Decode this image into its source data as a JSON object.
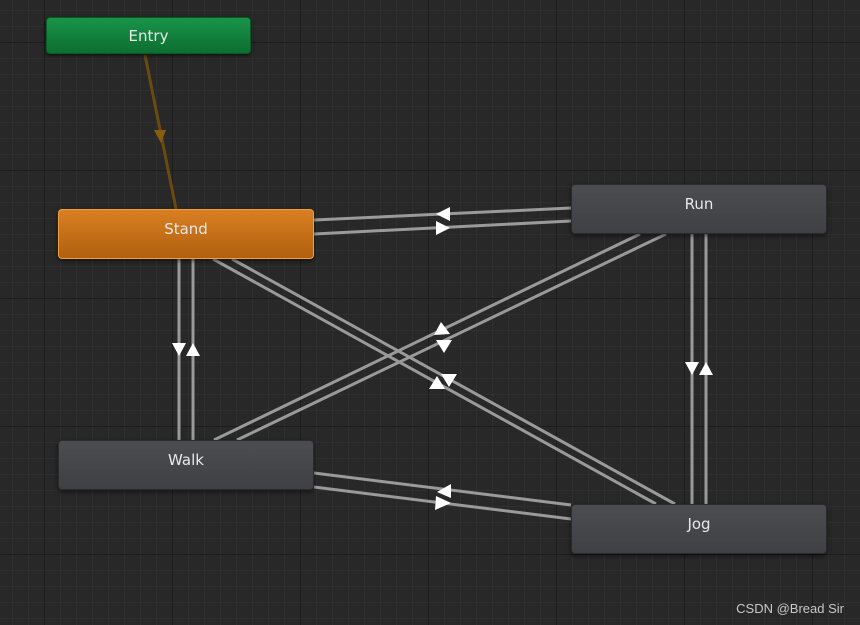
{
  "graph": {
    "states": {
      "entry": "Entry",
      "stand": "Stand",
      "run": "Run",
      "walk": "Walk",
      "jog": "Jog"
    },
    "default_state": "Stand",
    "transitions": [
      {
        "from": "Entry",
        "to": "Stand"
      },
      {
        "from": "Stand",
        "to": "Run"
      },
      {
        "from": "Run",
        "to": "Stand"
      },
      {
        "from": "Stand",
        "to": "Walk"
      },
      {
        "from": "Walk",
        "to": "Stand"
      },
      {
        "from": "Stand",
        "to": "Jog"
      },
      {
        "from": "Jog",
        "to": "Stand"
      },
      {
        "from": "Run",
        "to": "Walk"
      },
      {
        "from": "Walk",
        "to": "Run"
      },
      {
        "from": "Run",
        "to": "Jog"
      },
      {
        "from": "Jog",
        "to": "Run"
      },
      {
        "from": "Walk",
        "to": "Jog"
      },
      {
        "from": "Jog",
        "to": "Walk"
      }
    ]
  },
  "colors": {
    "entry_node": "#13833f",
    "default_node": "#cc7018",
    "state_node": "#46484c",
    "transition_line": "#9a9a9a",
    "entry_transition": "#6b4a10",
    "arrow": "#ffffff"
  },
  "watermark": "CSDN @Bread Sir"
}
